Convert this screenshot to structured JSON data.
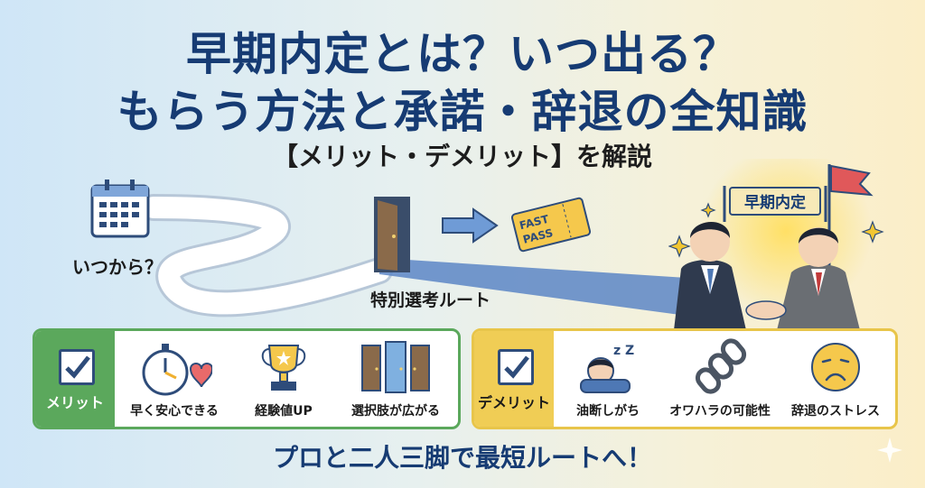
{
  "title": {
    "line1": "早期内定とは？いつ出る？",
    "line2": "もらう方法と承諾・辞退の全知識",
    "line3": "【メリット・デメリット】を解説"
  },
  "illustration": {
    "when_label": "いつから？",
    "route_label": "特別選考ルート",
    "ticket_text": [
      "FAST",
      "PASS"
    ],
    "banner_text": "早期内定"
  },
  "merit": {
    "label": "メリット",
    "items": [
      {
        "icon": "stopwatch-heart-icon",
        "caption": "早く安心できる"
      },
      {
        "icon": "trophy-icon",
        "caption": "経験値UP"
      },
      {
        "icon": "doors-icon",
        "caption": "選択肢が広がる"
      }
    ]
  },
  "demerit": {
    "label": "デメリット",
    "items": [
      {
        "icon": "sleeping-person-icon",
        "caption": "油断しがち"
      },
      {
        "icon": "chain-icon",
        "caption": "オワハラの可能性"
      },
      {
        "icon": "sad-face-icon",
        "caption": "辞退のストレス"
      }
    ]
  },
  "footer": "プロと二人三脚で最短ルートへ！",
  "colors": {
    "title": "#163b73",
    "merit": "#5ba85c",
    "demerit": "#f0cd55"
  }
}
